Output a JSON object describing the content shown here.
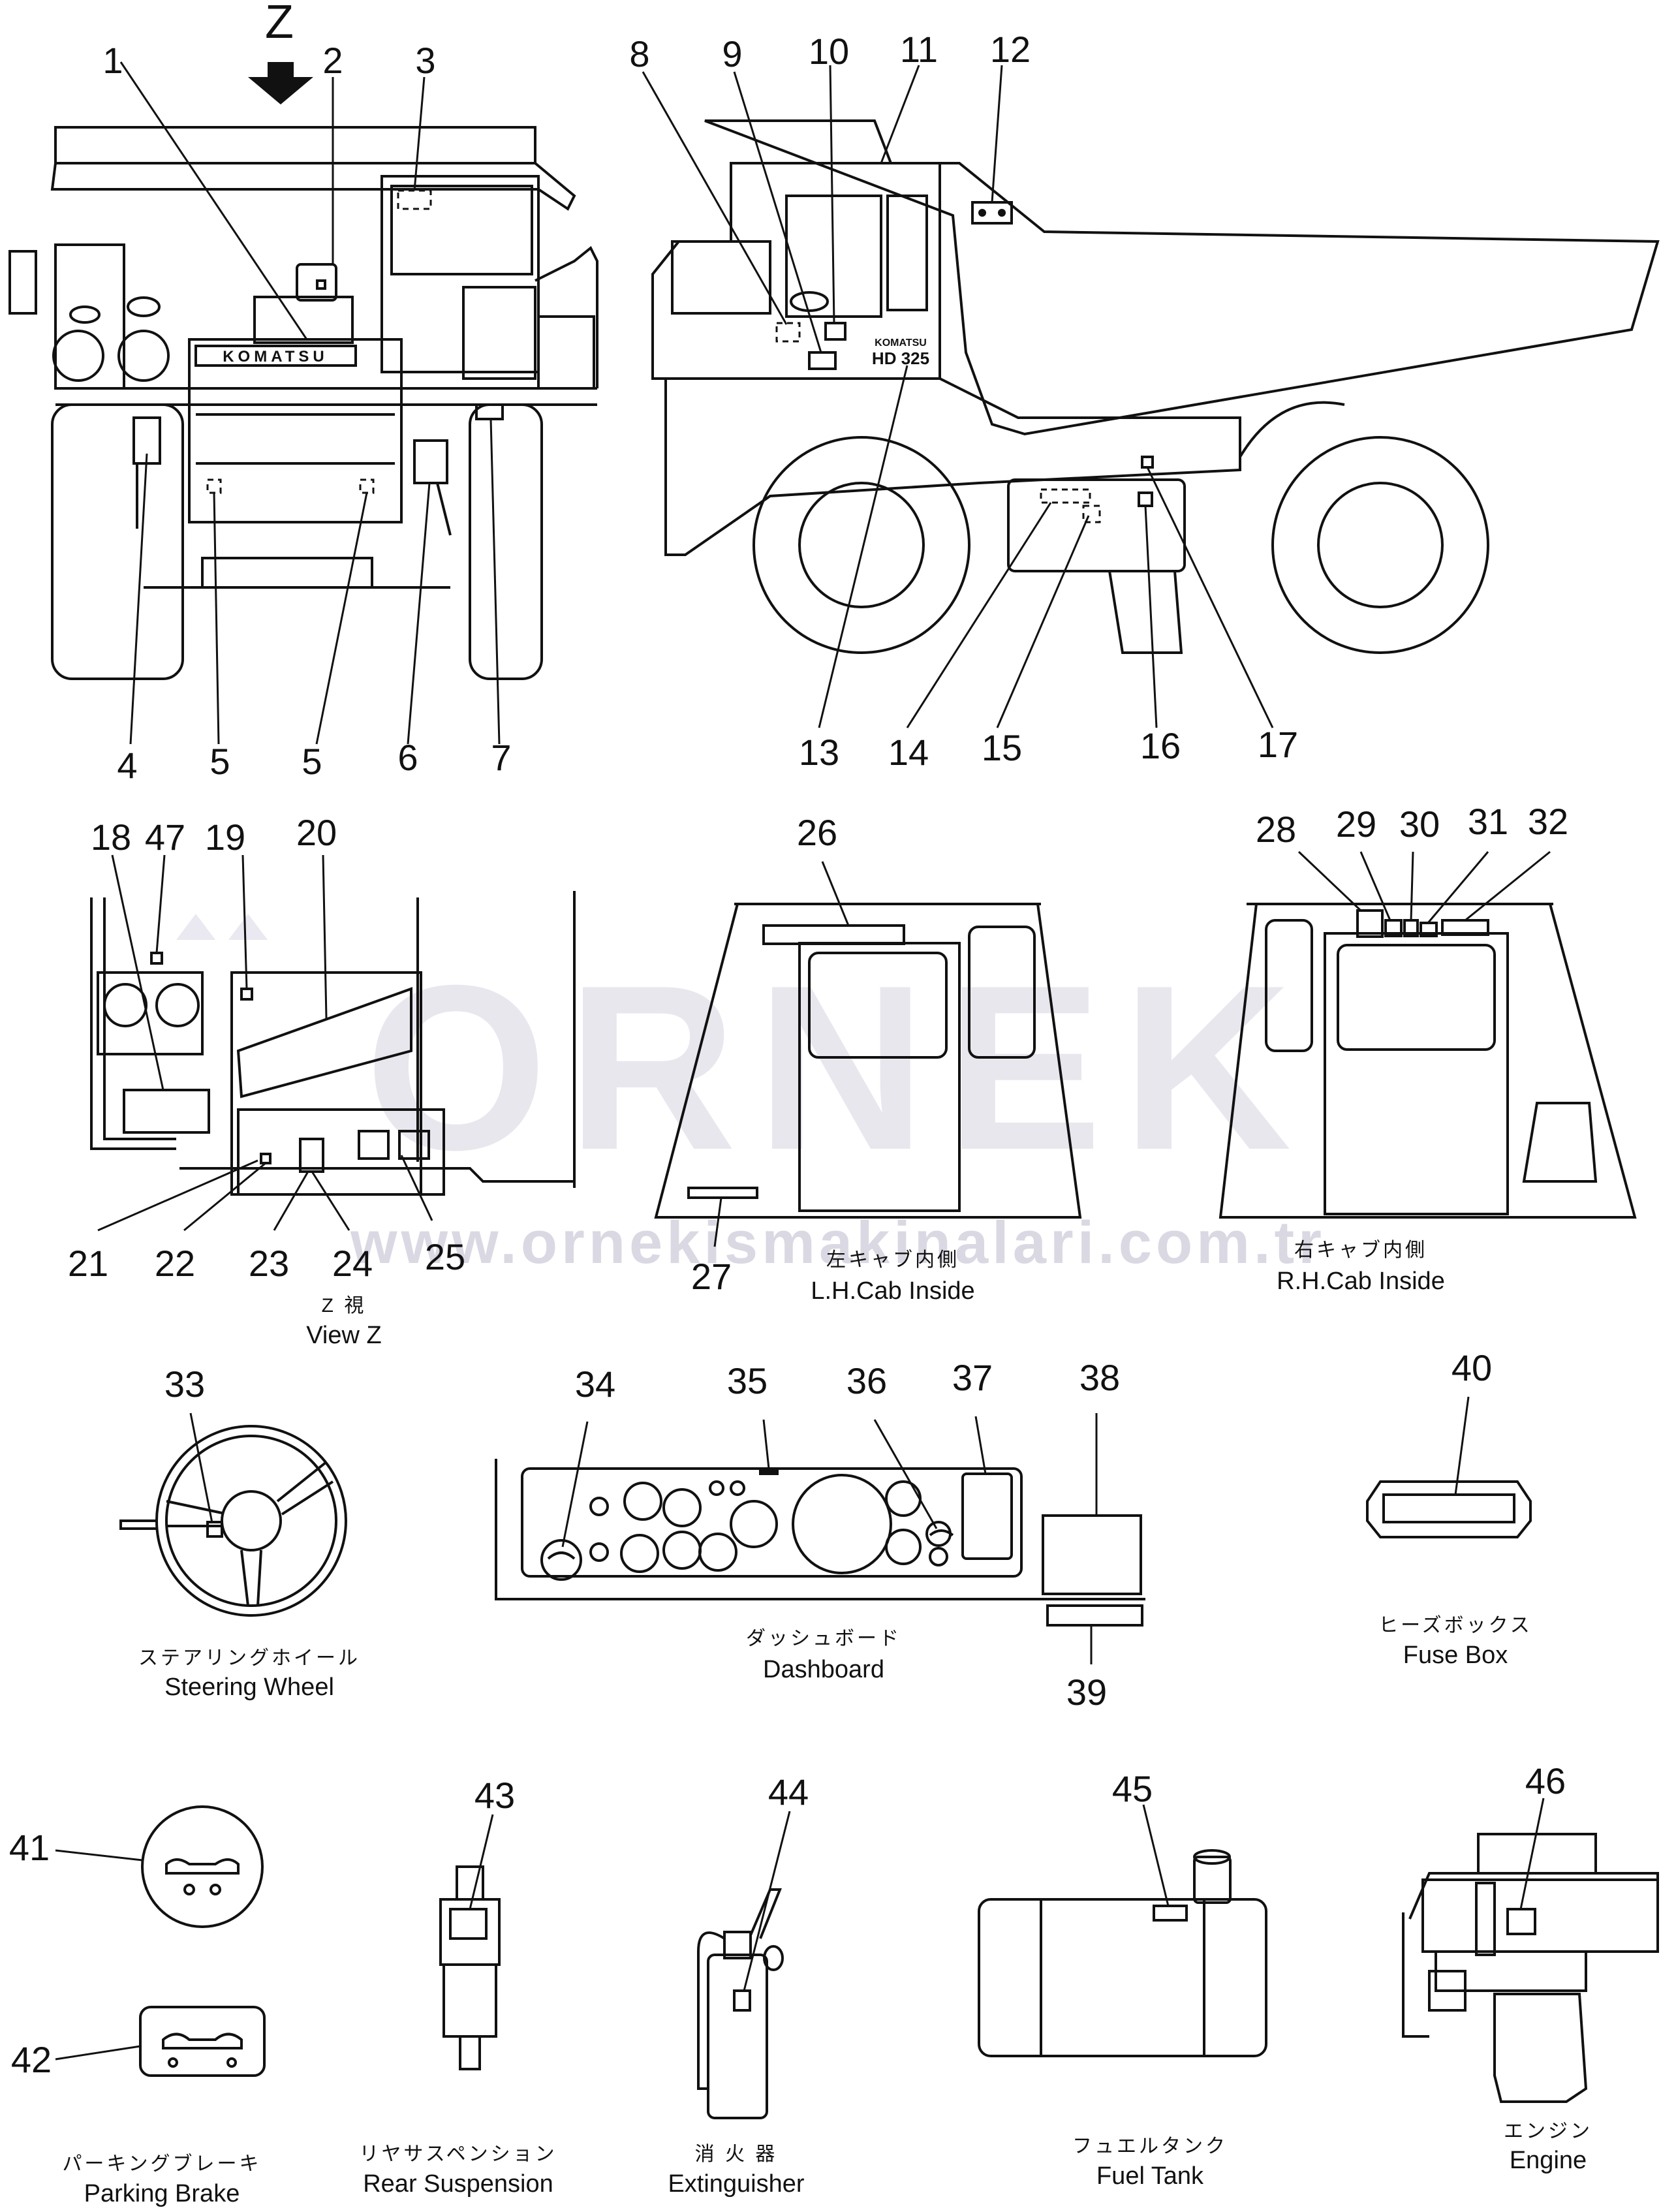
{
  "top_label": "Z",
  "callouts": [
    "1",
    "2",
    "3",
    "4",
    "5",
    "5",
    "6",
    "7",
    "8",
    "9",
    "10",
    "11",
    "12",
    "13",
    "14",
    "15",
    "16",
    "17",
    "18",
    "47",
    "19",
    "20",
    "21",
    "22",
    "23",
    "24",
    "25",
    "26",
    "27",
    "28",
    "29",
    "30",
    "31",
    "32",
    "33",
    "34",
    "35",
    "36",
    "37",
    "38",
    "39",
    "40",
    "41",
    "42",
    "43",
    "44",
    "45",
    "46"
  ],
  "truck_text": {
    "front_logo": "KOMATSU",
    "side_logo": "KOMATSU",
    "side_model": "HD 325"
  },
  "captions": {
    "view_z": {
      "jp": "Z 視",
      "en": "View Z"
    },
    "lh_cab": {
      "jp": "左キャブ内側",
      "en": "L.H.Cab Inside"
    },
    "rh_cab": {
      "jp": "右キャブ内側",
      "en": "R.H.Cab Inside"
    },
    "steering": {
      "jp": "ステアリングホイール",
      "en": "Steering Wheel"
    },
    "dashboard": {
      "jp": "ダッシュボード",
      "en": "Dashboard"
    },
    "fuse": {
      "jp": "ヒーズボックス",
      "en": "Fuse Box"
    },
    "parking": {
      "jp": "パーキングブレーキ",
      "en": "Parking Brake"
    },
    "rear_susp": {
      "jp": "リヤサスペンション",
      "en": "Rear Suspension"
    },
    "extinguisher": {
      "jp": "消 火 器",
      "en": "Extinguisher"
    },
    "fuel_tank": {
      "jp": "フュエルタンク",
      "en": "Fuel Tank"
    },
    "engine": {
      "jp": "エンジン",
      "en": "Engine"
    }
  },
  "watermark": {
    "brand": "ORNEK",
    "url": "www.ornekismakinalari.com.tr"
  }
}
